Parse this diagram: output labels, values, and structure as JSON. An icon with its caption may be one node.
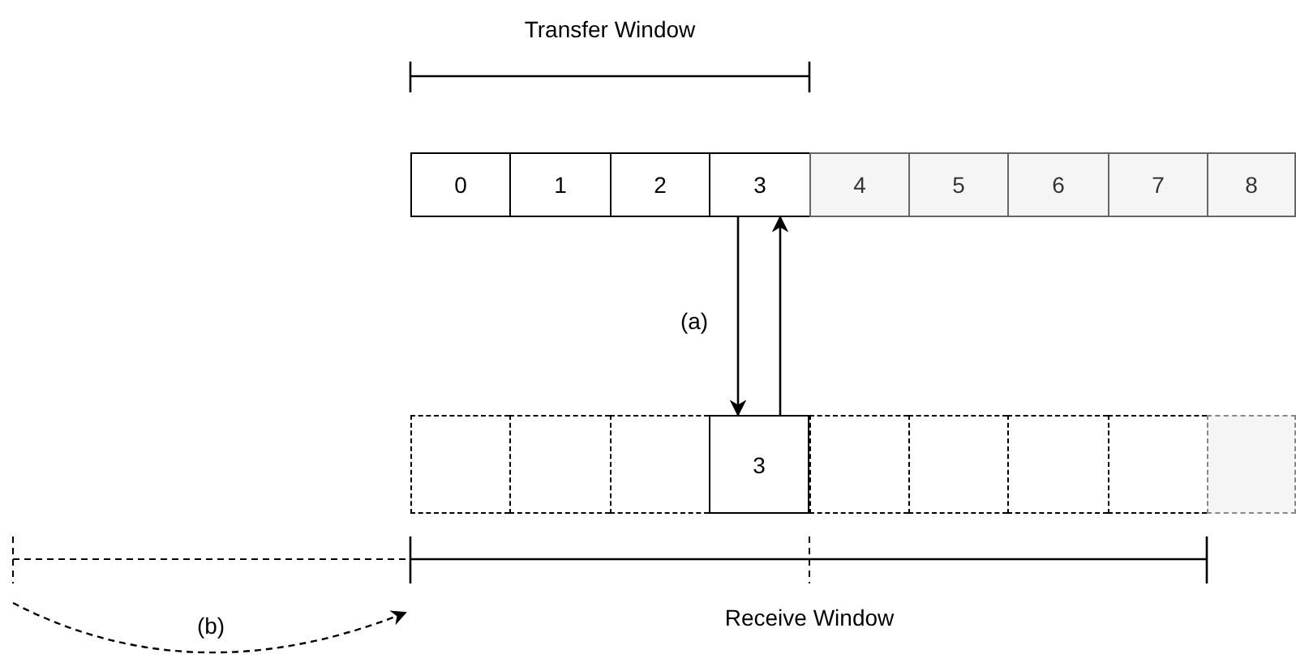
{
  "diagram": {
    "nodes": [
      {
        "text": [
          "0"
        ]
      },
      {
        "text": [
          "1"
        ]
      },
      {
        "text": [
          "2"
        ]
      },
      {
        "text": [
          "3"
        ]
      },
      {
        "text": [
          "4"
        ]
      },
      {
        "text": [
          "5"
        ]
      },
      {
        "text": [
          "6"
        ]
      },
      {
        "text": [
          "7"
        ]
      },
      {
        "text": [
          "8"
        ]
      },
      {
        "text": [],
        "shape": "box"
      },
      {
        "text": [],
        "shape": "box"
      },
      {
        "text": [],
        "shape": "box"
      },
      {
        "text": [
          "3"
        ]
      },
      {
        "text": [],
        "shape": "box"
      },
      {
        "text": [],
        "shape": "box"
      },
      {
        "text": [],
        "shape": "box"
      },
      {
        "text": [],
        "shape": "box"
      },
      {
        "text": [],
        "shape": "box"
      }
    ],
    "edges": [
      {
        "from": 3,
        "to": 12,
        "arrow": "to",
        "label": "(a)"
      },
      {
        "from": 12,
        "to": 3,
        "arrow": "to"
      }
    ],
    "labels": [
      "Transfer Window",
      "Receive Window",
      "(b)"
    ]
  }
}
